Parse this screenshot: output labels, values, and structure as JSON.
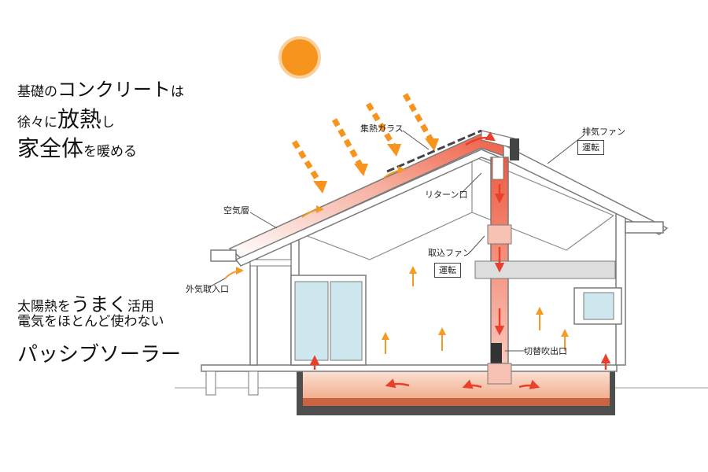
{
  "headline_a": {
    "line1": {
      "pre": "基礎の",
      "big": "コンクリート",
      "post": "は"
    },
    "line2": {
      "pre": "徐々に",
      "big": "放熱",
      "post": "し"
    },
    "line3": {
      "big": "家全体",
      "post": "を暖める"
    }
  },
  "headline_b": {
    "line1": {
      "pre": "太陽熱を",
      "big": "うまく",
      "post": "活用"
    },
    "line2": {
      "text": "電気をほとんど使わない"
    },
    "line3": {
      "text": "パッシブソーラー"
    }
  },
  "labels": {
    "collector_glass": "集熱ガラス",
    "exhaust_fan": "排気ファン",
    "exhaust_status": "運転",
    "air_layer": "空気層",
    "return_vent": "リターン口",
    "intake_fan": "取込ファン",
    "intake_status": "運転",
    "outdoor_intake": "外気取入口",
    "switch_outlet": "切替吹出口"
  },
  "colors": {
    "sun": "#f7941d",
    "sun_ray": "#f7941d",
    "warm_air": "#e8402a",
    "rising_air": "#f59a23",
    "wall_gray": "#7a7a7a",
    "foundation": "#555555",
    "window_blue": "#cfe8f0"
  }
}
